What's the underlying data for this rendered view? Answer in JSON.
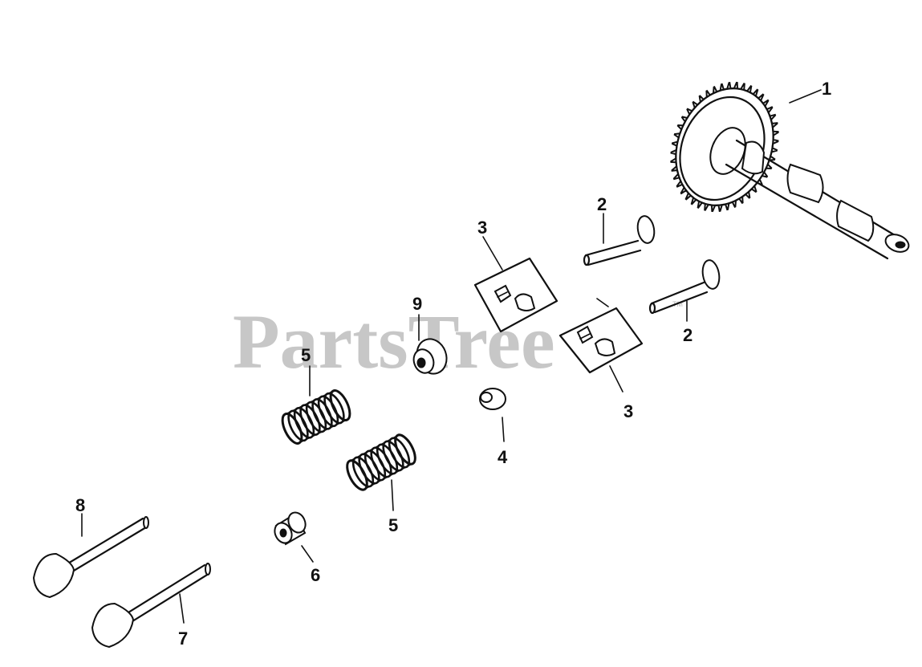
{
  "watermark": {
    "text": "PartsTree",
    "tm": "TM"
  },
  "callouts": [
    {
      "id": "c1",
      "label": "1"
    },
    {
      "id": "c2a",
      "label": "2"
    },
    {
      "id": "c2b",
      "label": "2"
    },
    {
      "id": "c3a",
      "label": "3"
    },
    {
      "id": "c3b",
      "label": "3"
    },
    {
      "id": "c4",
      "label": "4"
    },
    {
      "id": "c5a",
      "label": "5"
    },
    {
      "id": "c5b",
      "label": "5"
    },
    {
      "id": "c6",
      "label": "6"
    },
    {
      "id": "c7",
      "label": "7"
    },
    {
      "id": "c8",
      "label": "8"
    },
    {
      "id": "c9",
      "label": "9"
    }
  ]
}
